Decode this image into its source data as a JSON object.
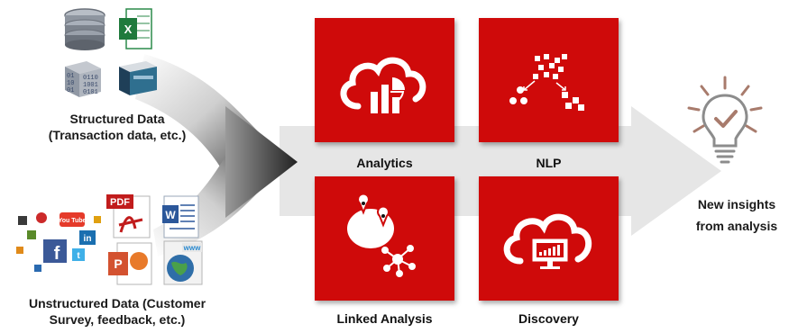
{
  "sources": {
    "structured": {
      "line1": "Structured Data",
      "line2": "(Transaction data, etc.)"
    },
    "unstructured": {
      "line1": "Unstructured Data (Customer",
      "line2": "Survey, feedback, etc.)"
    },
    "file_badges": {
      "excel": "X",
      "pdf": "PDF",
      "word": "W",
      "powerpoint": "P",
      "www": "www"
    },
    "social_badges": {
      "youtube": "You Tube",
      "linkedin": "in",
      "facebook": "f",
      "twitter": "t"
    }
  },
  "tiles": [
    {
      "label": "Analytics",
      "icon": "cloud-analytics-icon"
    },
    {
      "label": "NLP",
      "icon": "nlp-network-icon"
    },
    {
      "label": "Linked Analysis",
      "icon": "linked-nodes-icon"
    },
    {
      "label": "Discovery",
      "icon": "cloud-monitor-icon"
    }
  ],
  "outcome": {
    "line1": "New insights",
    "line2": "from analysis",
    "icon": "lightbulb-check-icon"
  },
  "colors": {
    "tile_red": "#cf0a0a",
    "arrow_gray": "#e6e6e6",
    "bulb_brown": "#9a6a5a",
    "bulb_gray": "#8c8c8c"
  }
}
